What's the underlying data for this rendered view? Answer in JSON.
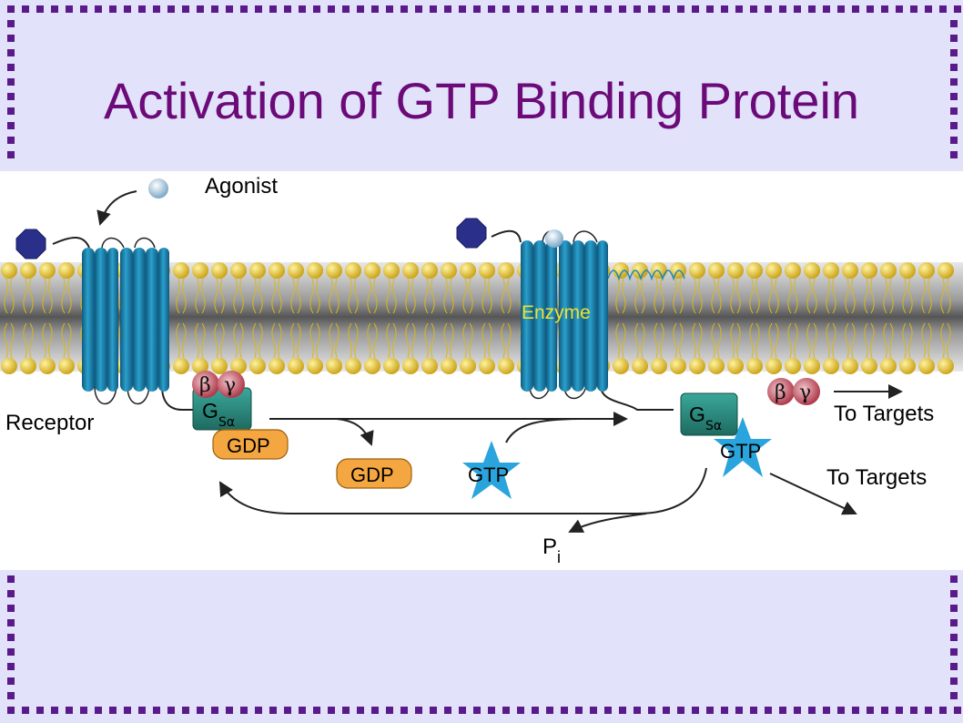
{
  "slide": {
    "title": "Activation of GTP Binding Protein",
    "accent_color": "#6b0a78",
    "background_color": "#e2e2fa",
    "border_color": "#5b1a8a"
  },
  "diagram": {
    "labels": {
      "agonist": "Agonist",
      "receptor": "Receptor",
      "enzyme": "Enzyme",
      "gdp_bound": "GDP",
      "gdp_released": "GDP",
      "gtp_free": "GTP",
      "gtp_bound": "GTP",
      "beta": "β",
      "gamma": "γ",
      "beta_released": "β",
      "gamma_released": "γ",
      "g_main": "G",
      "g_sub": "Sα",
      "g_main_active": "G",
      "g_sub_active": "Sα",
      "to_targets_upper": "To Targets",
      "to_targets_lower": "To Targets",
      "pi_main": "P",
      "pi_sub": "i"
    },
    "colors": {
      "membrane_gray": "#7a7a7a",
      "lipid_head": "#e6c42a",
      "helix_blue": "#1e88b4",
      "g_alpha_teal": "#2a8a7e",
      "gdp_orange": "#f4a640",
      "gtp_star": "#2aa4dc",
      "beta_gamma_red": "#c0495a",
      "hexagon_navy": "#2a2f8a",
      "enzyme_label": "#f0e030"
    }
  }
}
